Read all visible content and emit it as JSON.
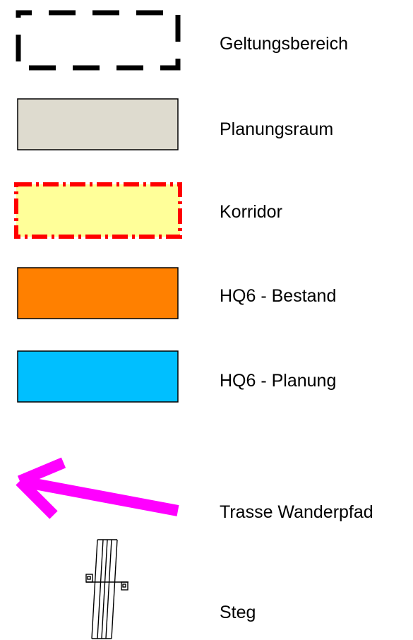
{
  "legend": {
    "items": [
      {
        "id": "geltungsbereich",
        "label": "Geltungsbereich",
        "symbol": "dashed-outline-box",
        "stroke": "#000000",
        "fill": "none"
      },
      {
        "id": "planungsraum",
        "label": "Planungsraum",
        "symbol": "filled-box",
        "stroke": "#000000",
        "fill": "#dedbcf"
      },
      {
        "id": "korridor",
        "label": "Korridor",
        "symbol": "dash-dot-box",
        "stroke": "#ff0000",
        "fill": "#ffff99"
      },
      {
        "id": "hq6-bestand",
        "label": "HQ6 - Bestand",
        "symbol": "filled-box",
        "stroke": "#000000",
        "fill": "#ff8000"
      },
      {
        "id": "hq6-planung",
        "label": "HQ6 - Planung",
        "symbol": "filled-box",
        "stroke": "#000000",
        "fill": "#00bfff"
      },
      {
        "id": "trasse-wanderpfad",
        "label": "Trasse Wanderpfad",
        "symbol": "arrow",
        "stroke": "#ff00ff",
        "fill": "none"
      },
      {
        "id": "steg",
        "label": "Steg",
        "symbol": "footbridge",
        "stroke": "#000000",
        "fill": "none"
      }
    ]
  }
}
